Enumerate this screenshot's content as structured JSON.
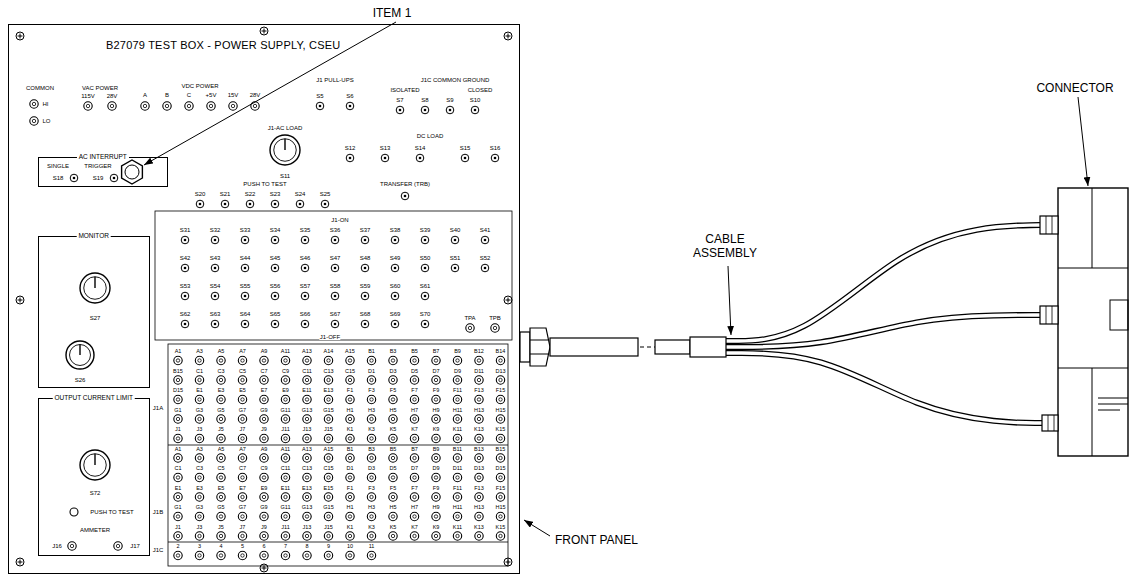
{
  "diagram": {
    "nodes": [
      {
        "text": [
          "B27079 TEST BOX - POWER SUPPLY, CSEU"
        ]
      },
      {
        "text": [
          "AC INTERRUPT"
        ],
        "in": 0
      },
      {
        "text": [
          "MONITOR"
        ],
        "in": 0
      },
      {
        "text": [
          "OUTPUT CURRENT LIMIT"
        ],
        "in": 0
      }
    ],
    "labels": [
      "ITEM 1",
      "CONNECTOR",
      "CABLE ASSEMBLY",
      "FRONT PANEL",
      "COMMON",
      "VAC POWER",
      "VDC POWER",
      "HI",
      "LO",
      "115V",
      "28V",
      "A",
      "B",
      "C",
      "+5V",
      "15V",
      "28V",
      "J1 PULL-UPS",
      "J1C COMMON GROUND",
      "ISOLATED",
      "CLOSED",
      "DC LOAD",
      "J1-AC LOAD",
      "S11",
      "PUSH TO TEST",
      "TRANSFER (TRB)",
      "J1-ON",
      "J1-OFF",
      "TPA",
      "TPB",
      "S27",
      "S26",
      "S72",
      "PUSH TO TEST",
      "AMMETER",
      "J16",
      "J17",
      "J1A",
      "J1B",
      "J1C",
      "S5",
      "S6",
      "S7",
      "S8",
      "S9",
      "S10",
      "S12",
      "S13",
      "S14",
      "S15",
      "S16",
      "S20",
      "S21",
      "S22",
      "S23",
      "S24",
      "S25",
      "SINGLE",
      "S18",
      "TRIGGER",
      "S19",
      "S31",
      "S32",
      "S33",
      "S34",
      "S35",
      "S36",
      "S37",
      "S38",
      "S39",
      "S40",
      "S41",
      "S42",
      "S43",
      "S44",
      "S45",
      "S46",
      "S47",
      "S48",
      "S49",
      "S50",
      "S51",
      "S52",
      "S53",
      "S54",
      "S55",
      "S56",
      "S57",
      "S58",
      "S59",
      "S60",
      "S61",
      "S62",
      "S63",
      "S64",
      "S65",
      "S66",
      "S67",
      "S68",
      "S69",
      "S70",
      "A1",
      "A3",
      "A5",
      "A7",
      "A9",
      "A11",
      "A13",
      "A14",
      "A15",
      "B1",
      "B3",
      "B5",
      "B7",
      "B9",
      "B12",
      "B14",
      "B15",
      "C1",
      "C3",
      "C5",
      "C7",
      "C9",
      "C11",
      "C13",
      "C15",
      "D1",
      "D3",
      "D5",
      "D7",
      "D9",
      "D11",
      "D13",
      "D15",
      "E1",
      "E3",
      "E5",
      "E7",
      "E9",
      "E11",
      "E13",
      "F1",
      "F3",
      "F5",
      "F7",
      "F9",
      "F11",
      "F13",
      "F15",
      "G1",
      "G3",
      "G5",
      "G7",
      "G9",
      "G11",
      "G13",
      "G15",
      "H1",
      "H3",
      "H5",
      "H7",
      "H9",
      "H11",
      "H13",
      "H15",
      "J1",
      "J3",
      "J5",
      "J7",
      "J9",
      "J11",
      "J13",
      "J15",
      "K1",
      "K3",
      "K5",
      "K7",
      "K9",
      "K11",
      "K13",
      "K15",
      "A1",
      "A3",
      "A5",
      "A7",
      "A9",
      "A11",
      "A13",
      "A15",
      "B1",
      "B3",
      "B5",
      "B7",
      "B9",
      "B11",
      "B13",
      "B15",
      "C1",
      "C3",
      "C5",
      "C7",
      "C9",
      "C11",
      "C13",
      "C15",
      "D1",
      "D3",
      "D5",
      "D7",
      "D9",
      "D11",
      "D13",
      "D15",
      "E1",
      "E3",
      "E5",
      "E7",
      "E9",
      "E11",
      "E13",
      "E15",
      "F1",
      "F3",
      "F5",
      "F7",
      "F9",
      "F11",
      "F13",
      "F15",
      "G1",
      "G3",
      "G5",
      "G7",
      "G9",
      "G11",
      "G13",
      "G15",
      "H1",
      "H3",
      "H5",
      "H7",
      "H9",
      "H11",
      "H13",
      "H15",
      "J1",
      "J3",
      "J5",
      "J7",
      "J9",
      "J11",
      "J13",
      "J15",
      "K1",
      "K3",
      "K5",
      "K7",
      "K9",
      "K11",
      "K13",
      "K15",
      "2",
      "3",
      "4",
      "5",
      "6",
      "7",
      "8",
      "9",
      "10",
      "11"
    ]
  }
}
